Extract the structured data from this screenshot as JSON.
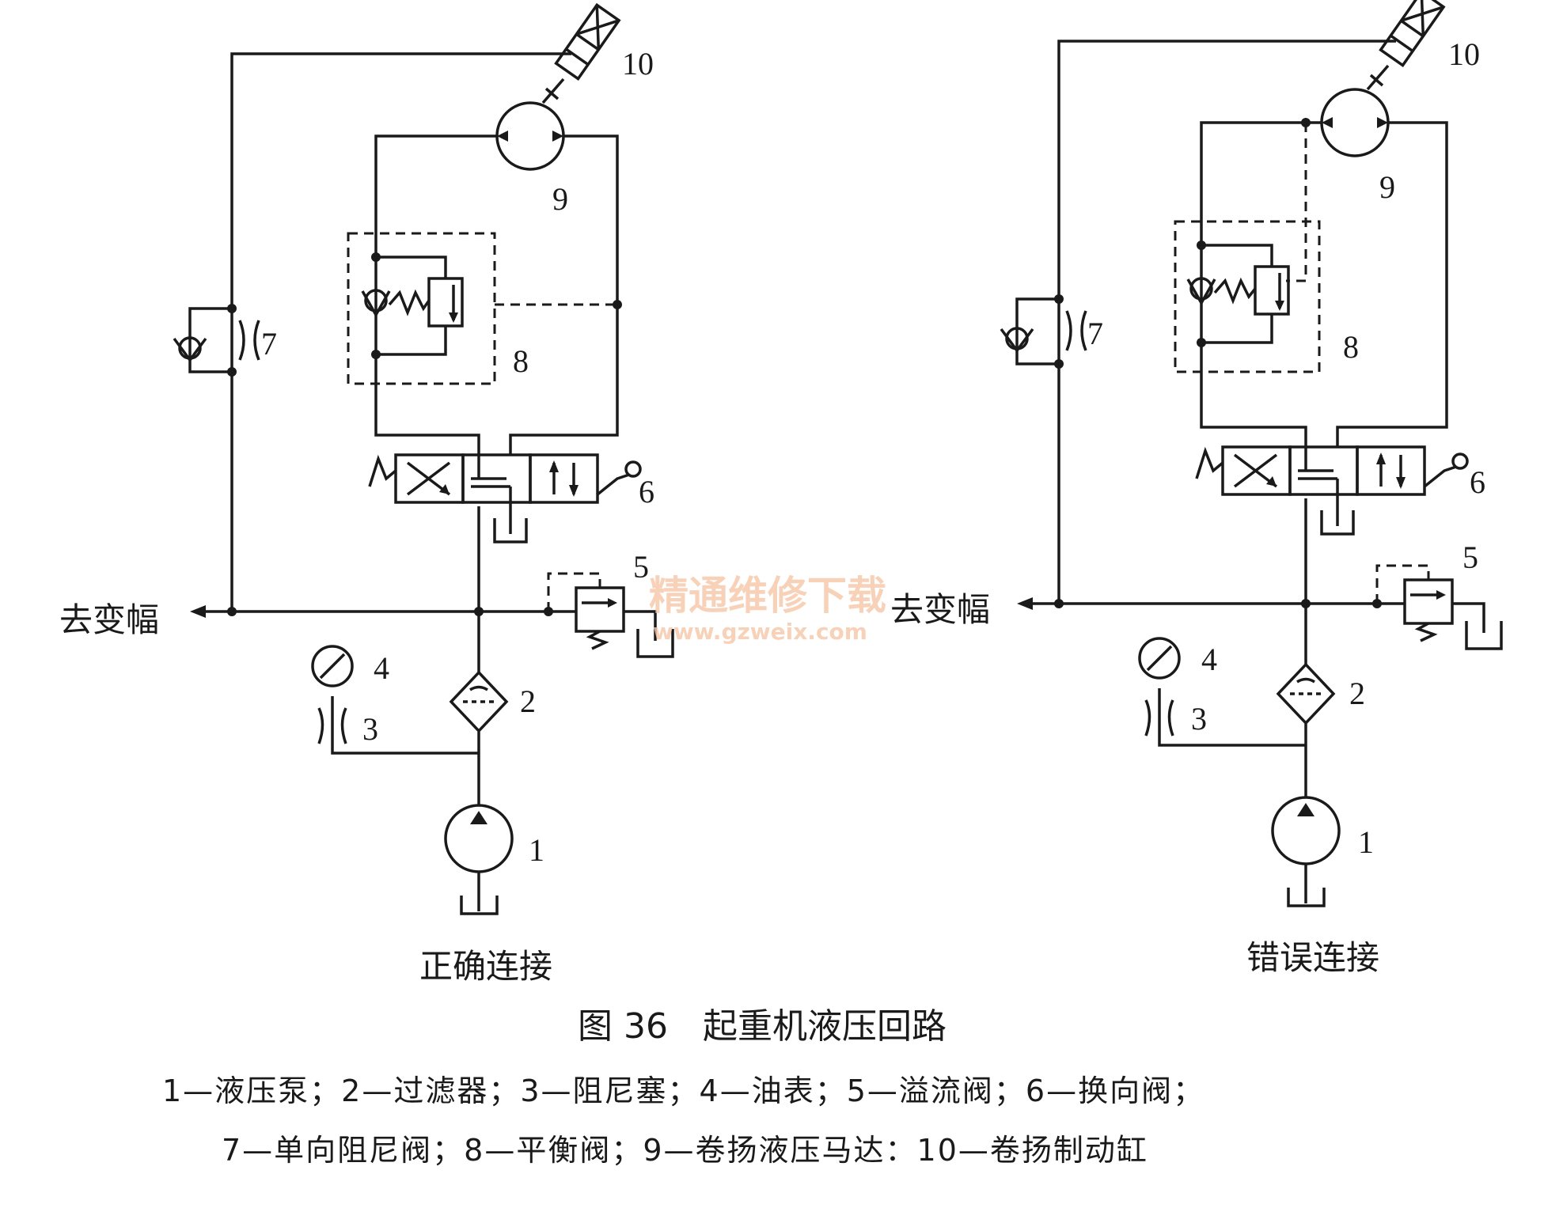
{
  "component_numbers": [
    "1",
    "2",
    "3",
    "4",
    "5",
    "6",
    "7",
    "8",
    "9",
    "10"
  ],
  "left_circuit": {
    "title": "正确连接",
    "output_label": "去变幅"
  },
  "right_circuit": {
    "title": "错误连接",
    "output_label": "去变幅"
  },
  "figure": {
    "caption": "图 36　起重机液压回路"
  },
  "legend": {
    "line1": "1—液压泵；2—过滤器；3—阻尼塞；4—油表；5—溢流阀；6—换向阀；",
    "line2": "7—单向阻尼阀；8—平衡阀；9—卷扬液压马达：10—卷扬制动缸"
  },
  "watermark": {
    "text": "精通维修下载",
    "url": "www.gzweix.com"
  },
  "colors": {
    "ink": "#1a1a1a",
    "watermark": "#f6c8a8"
  }
}
